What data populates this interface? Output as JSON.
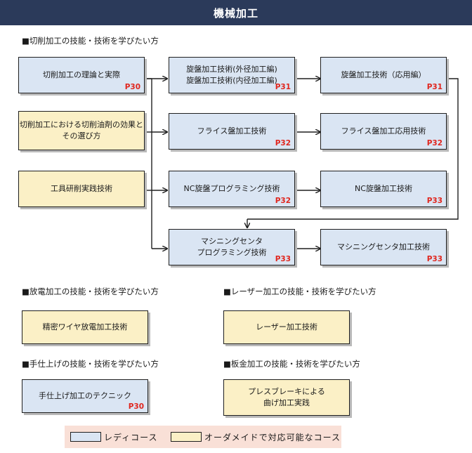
{
  "header": {
    "title": "機械加工"
  },
  "sections": {
    "cutting": "■切削加工の技能・技術を学びたい方",
    "edm": "■放電加工の技能・技術を学びたい方",
    "laser": "■レーザー加工の技能・技術を学びたい方",
    "finishing": "■手仕上げの技能・技術を学びたい方",
    "sheet": "■板金加工の技能・技術を学びたい方"
  },
  "courses": {
    "cutting_theory": {
      "line1": "切削加工の理論と実際",
      "page": "P30",
      "type": "ready"
    },
    "cutting_fluid": {
      "line1": "切削加工における切削油剤の効果と",
      "line2": "その選び方",
      "type": "custom"
    },
    "tool_grinding": {
      "line1": "工具研削実践技術",
      "type": "custom"
    },
    "lathe": {
      "line1": "旋盤加工技術(外径加工編)",
      "line2": "旋盤加工技術(内径加工編)",
      "page": "P31",
      "type": "ready"
    },
    "lathe_applied": {
      "line1": "旋盤加工技術（応用編）",
      "page": "P31",
      "type": "ready"
    },
    "milling": {
      "line1": "フライス盤加工技術",
      "page": "P32",
      "type": "ready"
    },
    "milling_applied": {
      "line1": "フライス盤加工応用技術",
      "page": "P32",
      "type": "ready"
    },
    "nc_programming": {
      "line1": "NC旋盤プログラミング技術",
      "page": "P32",
      "type": "ready"
    },
    "nc_lathe": {
      "line1": "NC旋盤加工技術",
      "page": "P33",
      "type": "ready"
    },
    "mc_programming": {
      "line1": "マシニングセンタ",
      "line2": "プログラミング技術",
      "page": "P33",
      "type": "ready"
    },
    "mc_machining": {
      "line1": "マシニングセンタ加工技術",
      "page": "P33",
      "type": "ready"
    },
    "wire_edm": {
      "line1": "精密ワイヤ放電加工技術",
      "type": "custom"
    },
    "laser_tech": {
      "line1": "レーザー加工技術",
      "type": "custom"
    },
    "hand_finish": {
      "line1": "手仕上げ加工のテクニック",
      "page": "P30",
      "type": "ready"
    },
    "press_brake": {
      "line1": "プレスブレーキによる",
      "line2": "曲げ加工実践",
      "type": "custom"
    }
  },
  "legend": {
    "ready": "レディコース",
    "custom": "オーダメイドで対応可能なコース",
    "ready_color": "#dae5f3",
    "custom_color": "#fbf0c6"
  }
}
